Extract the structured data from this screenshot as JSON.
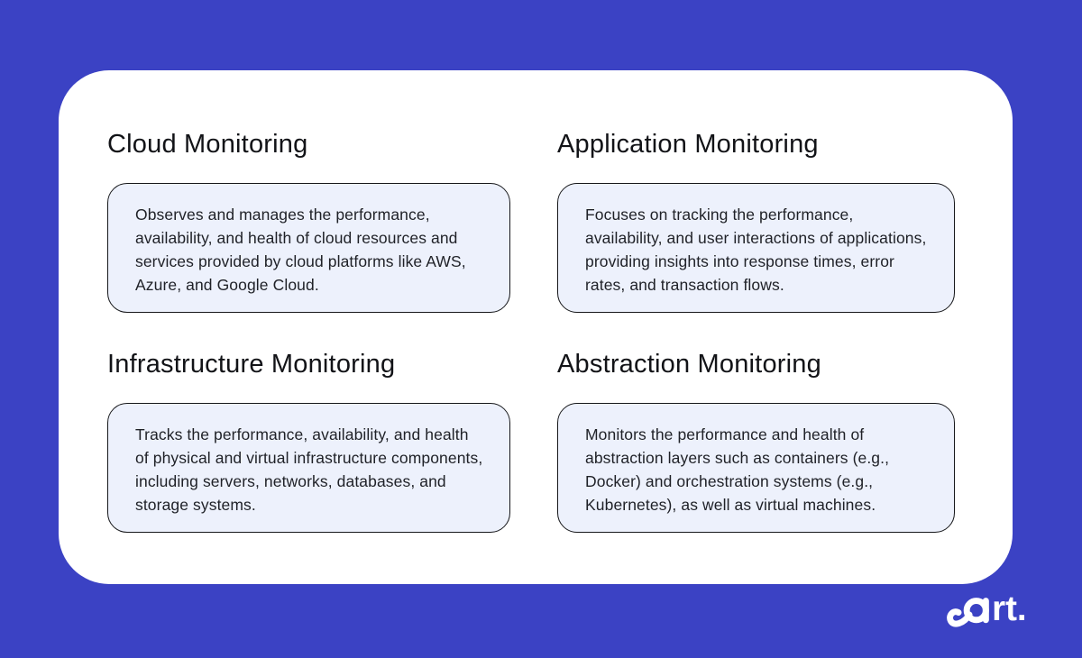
{
  "page": {
    "background_color": "#3B42C4",
    "card_color": "#FFFFFF",
    "box_fill_color": "#EDF1FC",
    "box_border_color": "#16171A"
  },
  "sections": [
    {
      "title": "Cloud Monitoring",
      "description": "Observes and manages the performance, availability, and health of cloud resources and services provided by cloud platforms like AWS, Azure, and Google Cloud."
    },
    {
      "title": "Application Monitoring",
      "description": "Focuses on tracking the performance, availability, and user interactions of applications, providing insights into response times, error rates, and transaction flows."
    },
    {
      "title": "Infrastructure Monitoring",
      "description": "Tracks the performance, availability, and health of physical and virtual infrastructure components, including servers, networks, databases, and storage systems."
    },
    {
      "title": "Abstraction Monitoring",
      "description": "Monitors the performance and health of abstraction layers such as containers (e.g., Docker) and orchestration systems (e.g., Kubernetes), as well as virtual machines."
    }
  ],
  "logo": {
    "text": "gart.",
    "wordmark_rest": "rt.",
    "color": "#FFFFFF"
  }
}
